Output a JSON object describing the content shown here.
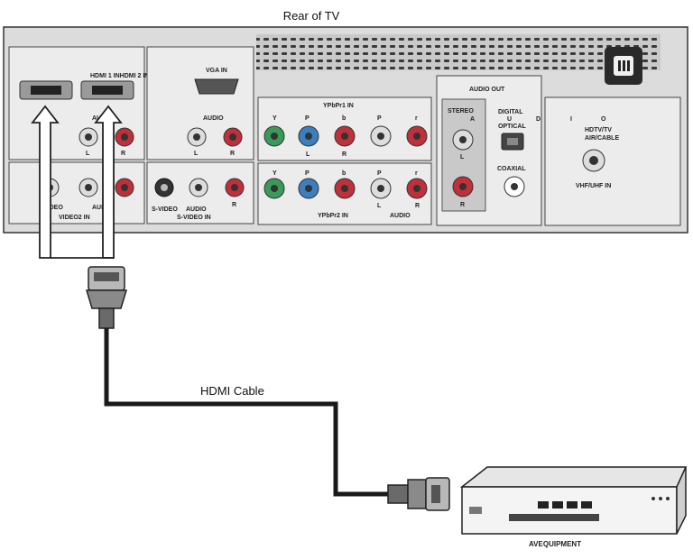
{
  "title": "Rear of TV",
  "cable_label": "HDMI Cable",
  "device_label": "AVEQUIPMENT",
  "panels": {
    "hdmi": {
      "label": "HDMI 1 INHDMI 2 IN",
      "audio": "AUDIO",
      "l": "L",
      "r": "R"
    },
    "video2": {
      "video": "VIDEO",
      "audio": "AUDIO",
      "label": "VIDEO2 IN"
    },
    "vga": {
      "label": "VGA IN",
      "audio": "AUDIO",
      "l": "L",
      "r": "R"
    },
    "svideo": {
      "svideo": "S-VIDEO",
      "audio": "AUDIO",
      "label": "S-VIDEO IN",
      "r": "R"
    },
    "ypbpr1": {
      "label": "YPbPr1 IN",
      "jacks": [
        "Y",
        "P",
        "b",
        "P",
        "r"
      ],
      "l": "L",
      "r": "R"
    },
    "ypbpr2": {
      "label": "YPbPr2 IN",
      "audio": "AUDIO",
      "jacks": [
        "Y",
        "P",
        "b",
        "P",
        "r"
      ],
      "l": "L",
      "r": "R"
    },
    "audio_out": {
      "label": "AUDIO OUT",
      "stereo": "STEREO",
      "a": "A",
      "l": "L",
      "r": "R",
      "digital": "DIGITAL",
      "u": "U",
      "optical": "OPTICAL",
      "d": "D",
      "coaxial": "COAXIAL"
    },
    "rf": {
      "i": "I",
      "o": "O",
      "hdtv": "HDTV/TV",
      "air": "AIR/CABLE",
      "vhf": "VHF/UHF IN"
    }
  },
  "colors": {
    "green": "#3a9a5a",
    "blue": "#3a7fc0",
    "red": "#c0303a",
    "gray": "#bdbdbd"
  }
}
